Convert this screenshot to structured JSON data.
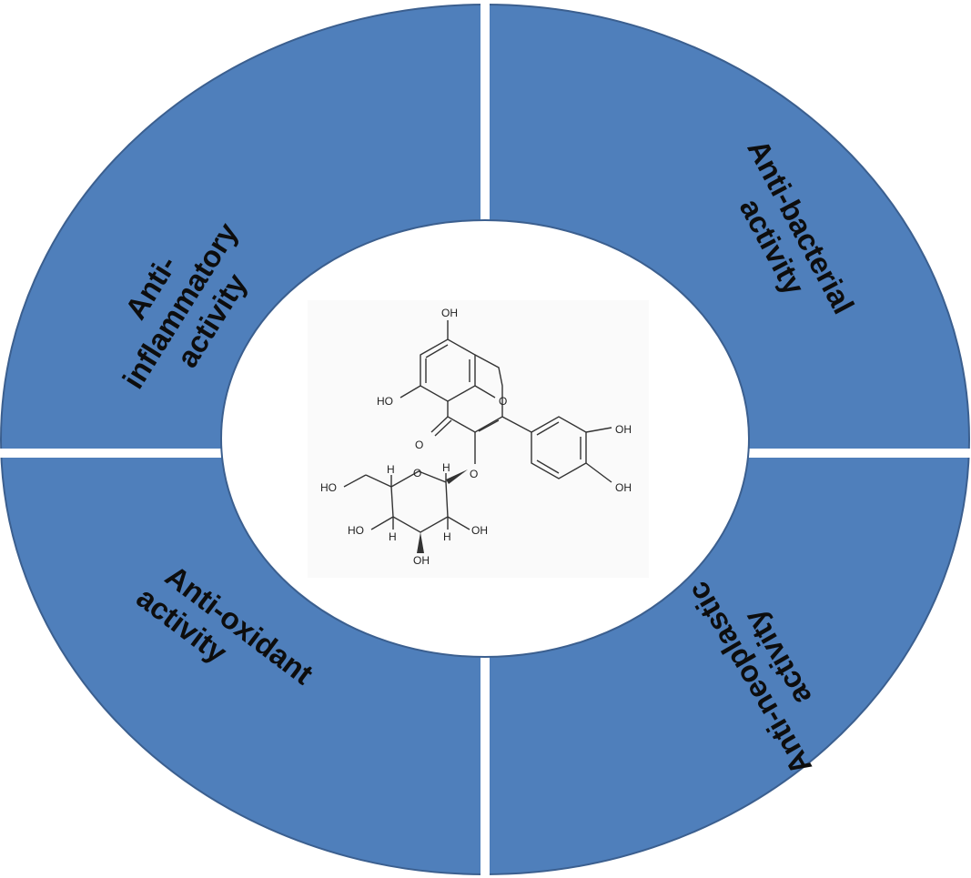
{
  "colors": {
    "segment_fill": "#4f7fbb",
    "segment_stroke": "#3b5f8f",
    "divider": "#ffffff",
    "center_fill": "#ffffff",
    "label_color": "#0d0d0d"
  },
  "segments": {
    "top_left": {
      "lines": [
        "Anti-",
        "inflammatory",
        "activity"
      ]
    },
    "top_right": {
      "lines": [
        "Anti-bacterial",
        "activity"
      ]
    },
    "bottom_left": {
      "lines": [
        "Anti-oxidant",
        "activity"
      ]
    },
    "bottom_right": {
      "lines": [
        "Anti-neoplastic",
        "activity"
      ]
    }
  },
  "molecule": {
    "icon": "quercetin-glucoside-structure-icon",
    "labels": {
      "oh_top": "OH",
      "oh_left": "HO",
      "ring_o": "O",
      "carbonyl_o": "O",
      "glyco_o": "O",
      "oh_right_upper": "OH",
      "oh_right_lower": "OH",
      "sugar_ring_o": "O",
      "ch2oh": "HO",
      "h1": "H",
      "h2": "H",
      "sugar_oh_left": "HO",
      "h3": "H",
      "h4": "H",
      "sugar_oh_right": "OH",
      "sugar_oh_bottom": "OH"
    }
  }
}
